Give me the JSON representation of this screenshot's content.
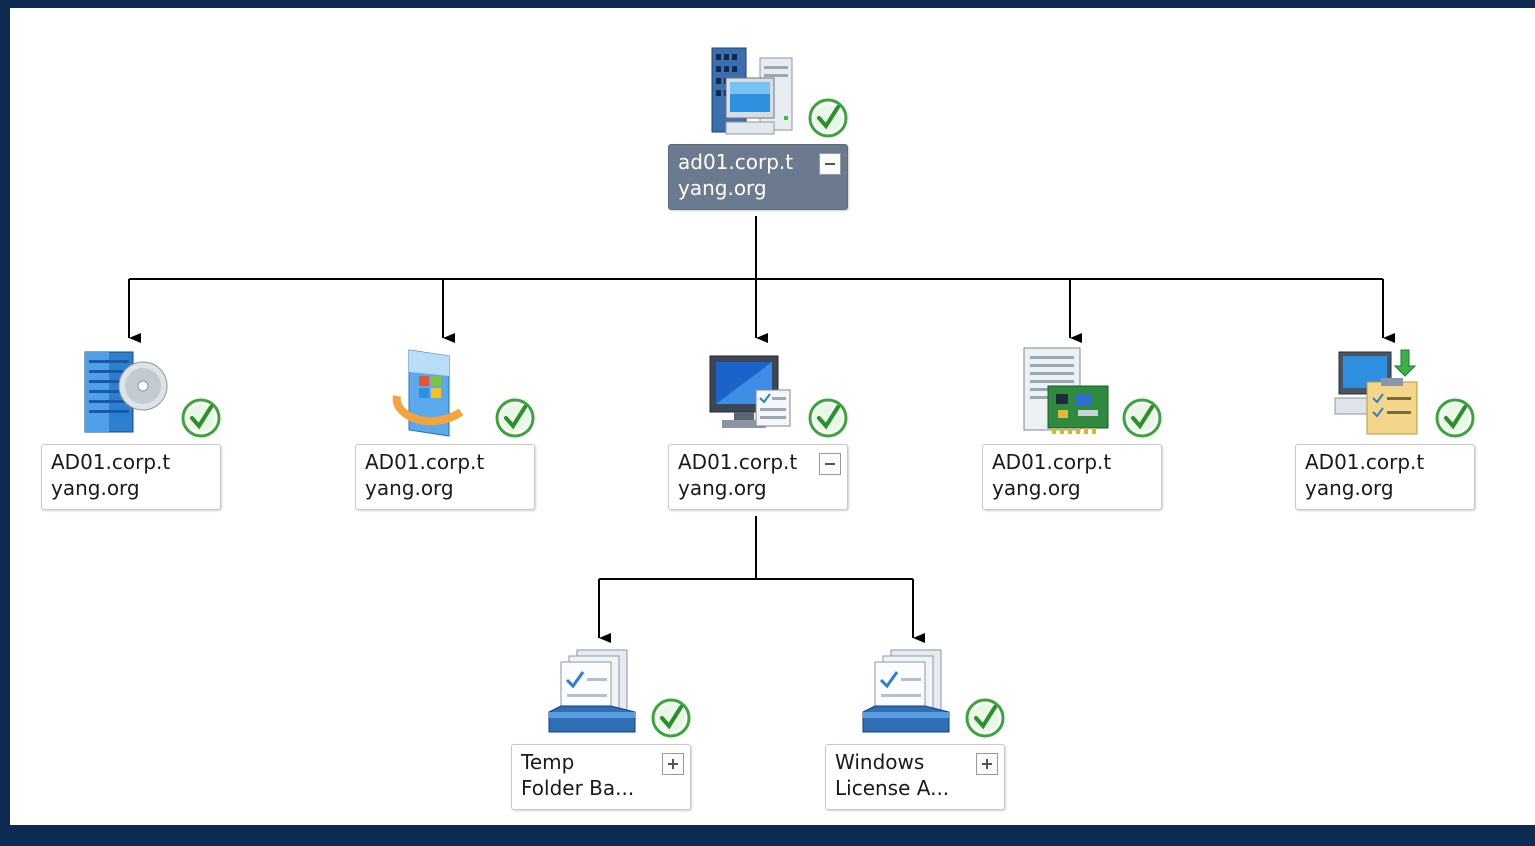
{
  "nodes": {
    "root": {
      "line1": "ad01.corp.t",
      "line2": "yang.org",
      "toggle": "collapse",
      "icon": "computer-group-icon",
      "state": "healthy"
    },
    "child1": {
      "line1": "AD01.corp.t",
      "line2": "yang.org",
      "toggle": "none",
      "icon": "active-directory-dc-icon",
      "state": "healthy"
    },
    "child2": {
      "line1": "AD01.corp.t",
      "line2": "yang.org",
      "toggle": "none",
      "icon": "windows-os-icon",
      "state": "healthy"
    },
    "child3": {
      "line1": "AD01.corp.t",
      "line2": "yang.org",
      "toggle": "collapse",
      "icon": "computer-monitor-icon",
      "state": "healthy"
    },
    "child4": {
      "line1": "AD01.corp.t",
      "line2": "yang.org",
      "toggle": "none",
      "icon": "hardware-components-icon",
      "state": "healthy"
    },
    "child5": {
      "line1": "AD01.corp.t",
      "line2": "yang.org",
      "toggle": "none",
      "icon": "software-distribution-icon",
      "state": "healthy"
    },
    "grand1": {
      "line1": "Temp",
      "line2": "Folder Ba...",
      "toggle": "expand",
      "icon": "monitor-rollup-icon",
      "state": "healthy"
    },
    "grand2": {
      "line1": "Windows",
      "line2": "License A...",
      "toggle": "expand",
      "icon": "monitor-rollup-icon",
      "state": "healthy"
    }
  },
  "colors": {
    "frame": "#0d2a52",
    "selected_label": "#6b7a8e",
    "healthy_green": "#3aa53a"
  }
}
